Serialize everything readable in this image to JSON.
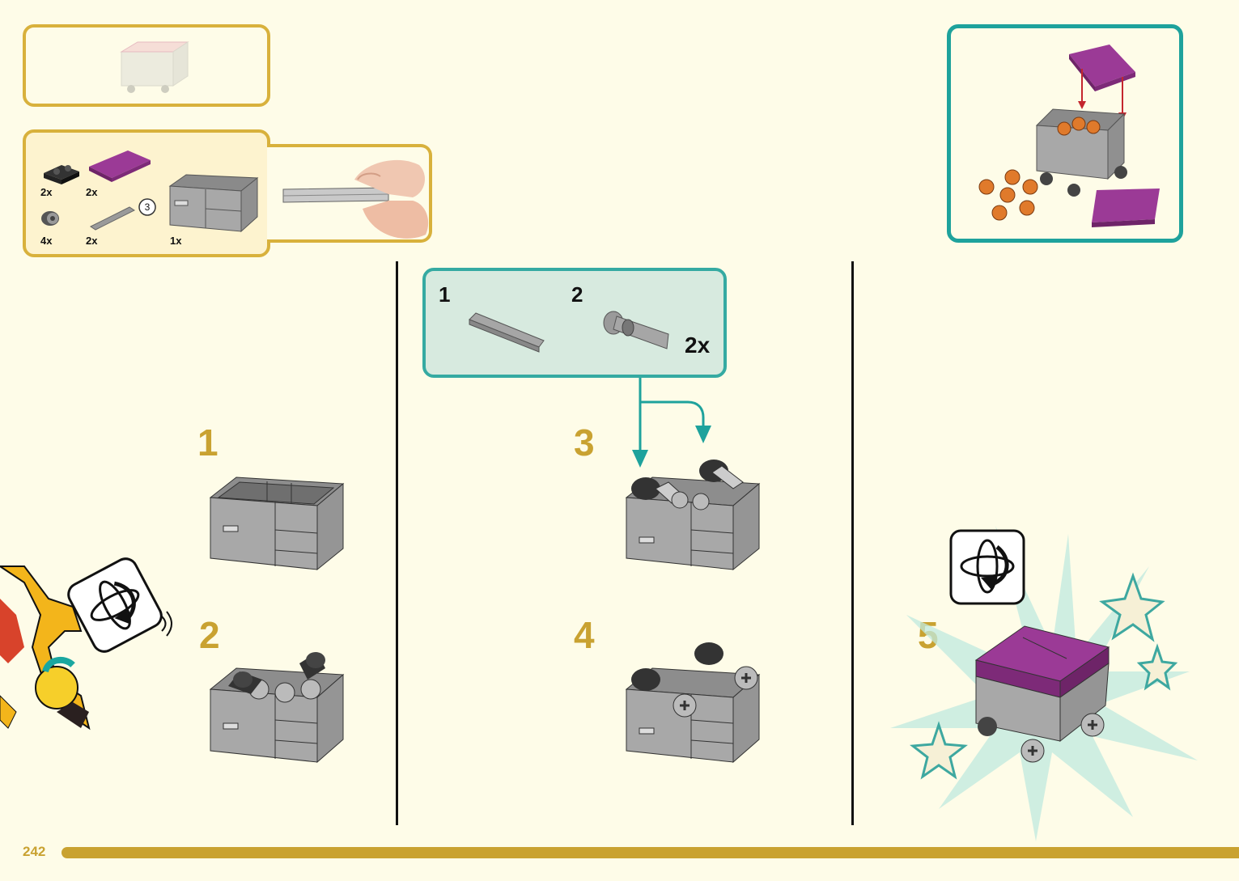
{
  "page": {
    "number": "242"
  },
  "parts_list": {
    "items": [
      {
        "qty": "2x",
        "icon": "black-plate-connector-icon"
      },
      {
        "qty": "2x",
        "icon": "purple-tile-icon"
      },
      {
        "qty": "4x",
        "icon": "grey-wheel-icon"
      },
      {
        "qty": "2x",
        "icon": "grey-axle-icon",
        "callout": "3"
      },
      {
        "qty": "1x",
        "icon": "grey-crate-icon"
      }
    ]
  },
  "sub_assembly": {
    "step1_label": "1",
    "step2_label": "2",
    "step2_qty": "2x"
  },
  "steps": [
    {
      "number": "1"
    },
    {
      "number": "2"
    },
    {
      "number": "3"
    },
    {
      "number": "4"
    },
    {
      "number": "5"
    }
  ],
  "colors": {
    "gold": "#c9a231",
    "teal": "#1ea29c",
    "purple": "#9b3a96",
    "grey": "#a3a3a3",
    "orange": "#e07a2b"
  }
}
